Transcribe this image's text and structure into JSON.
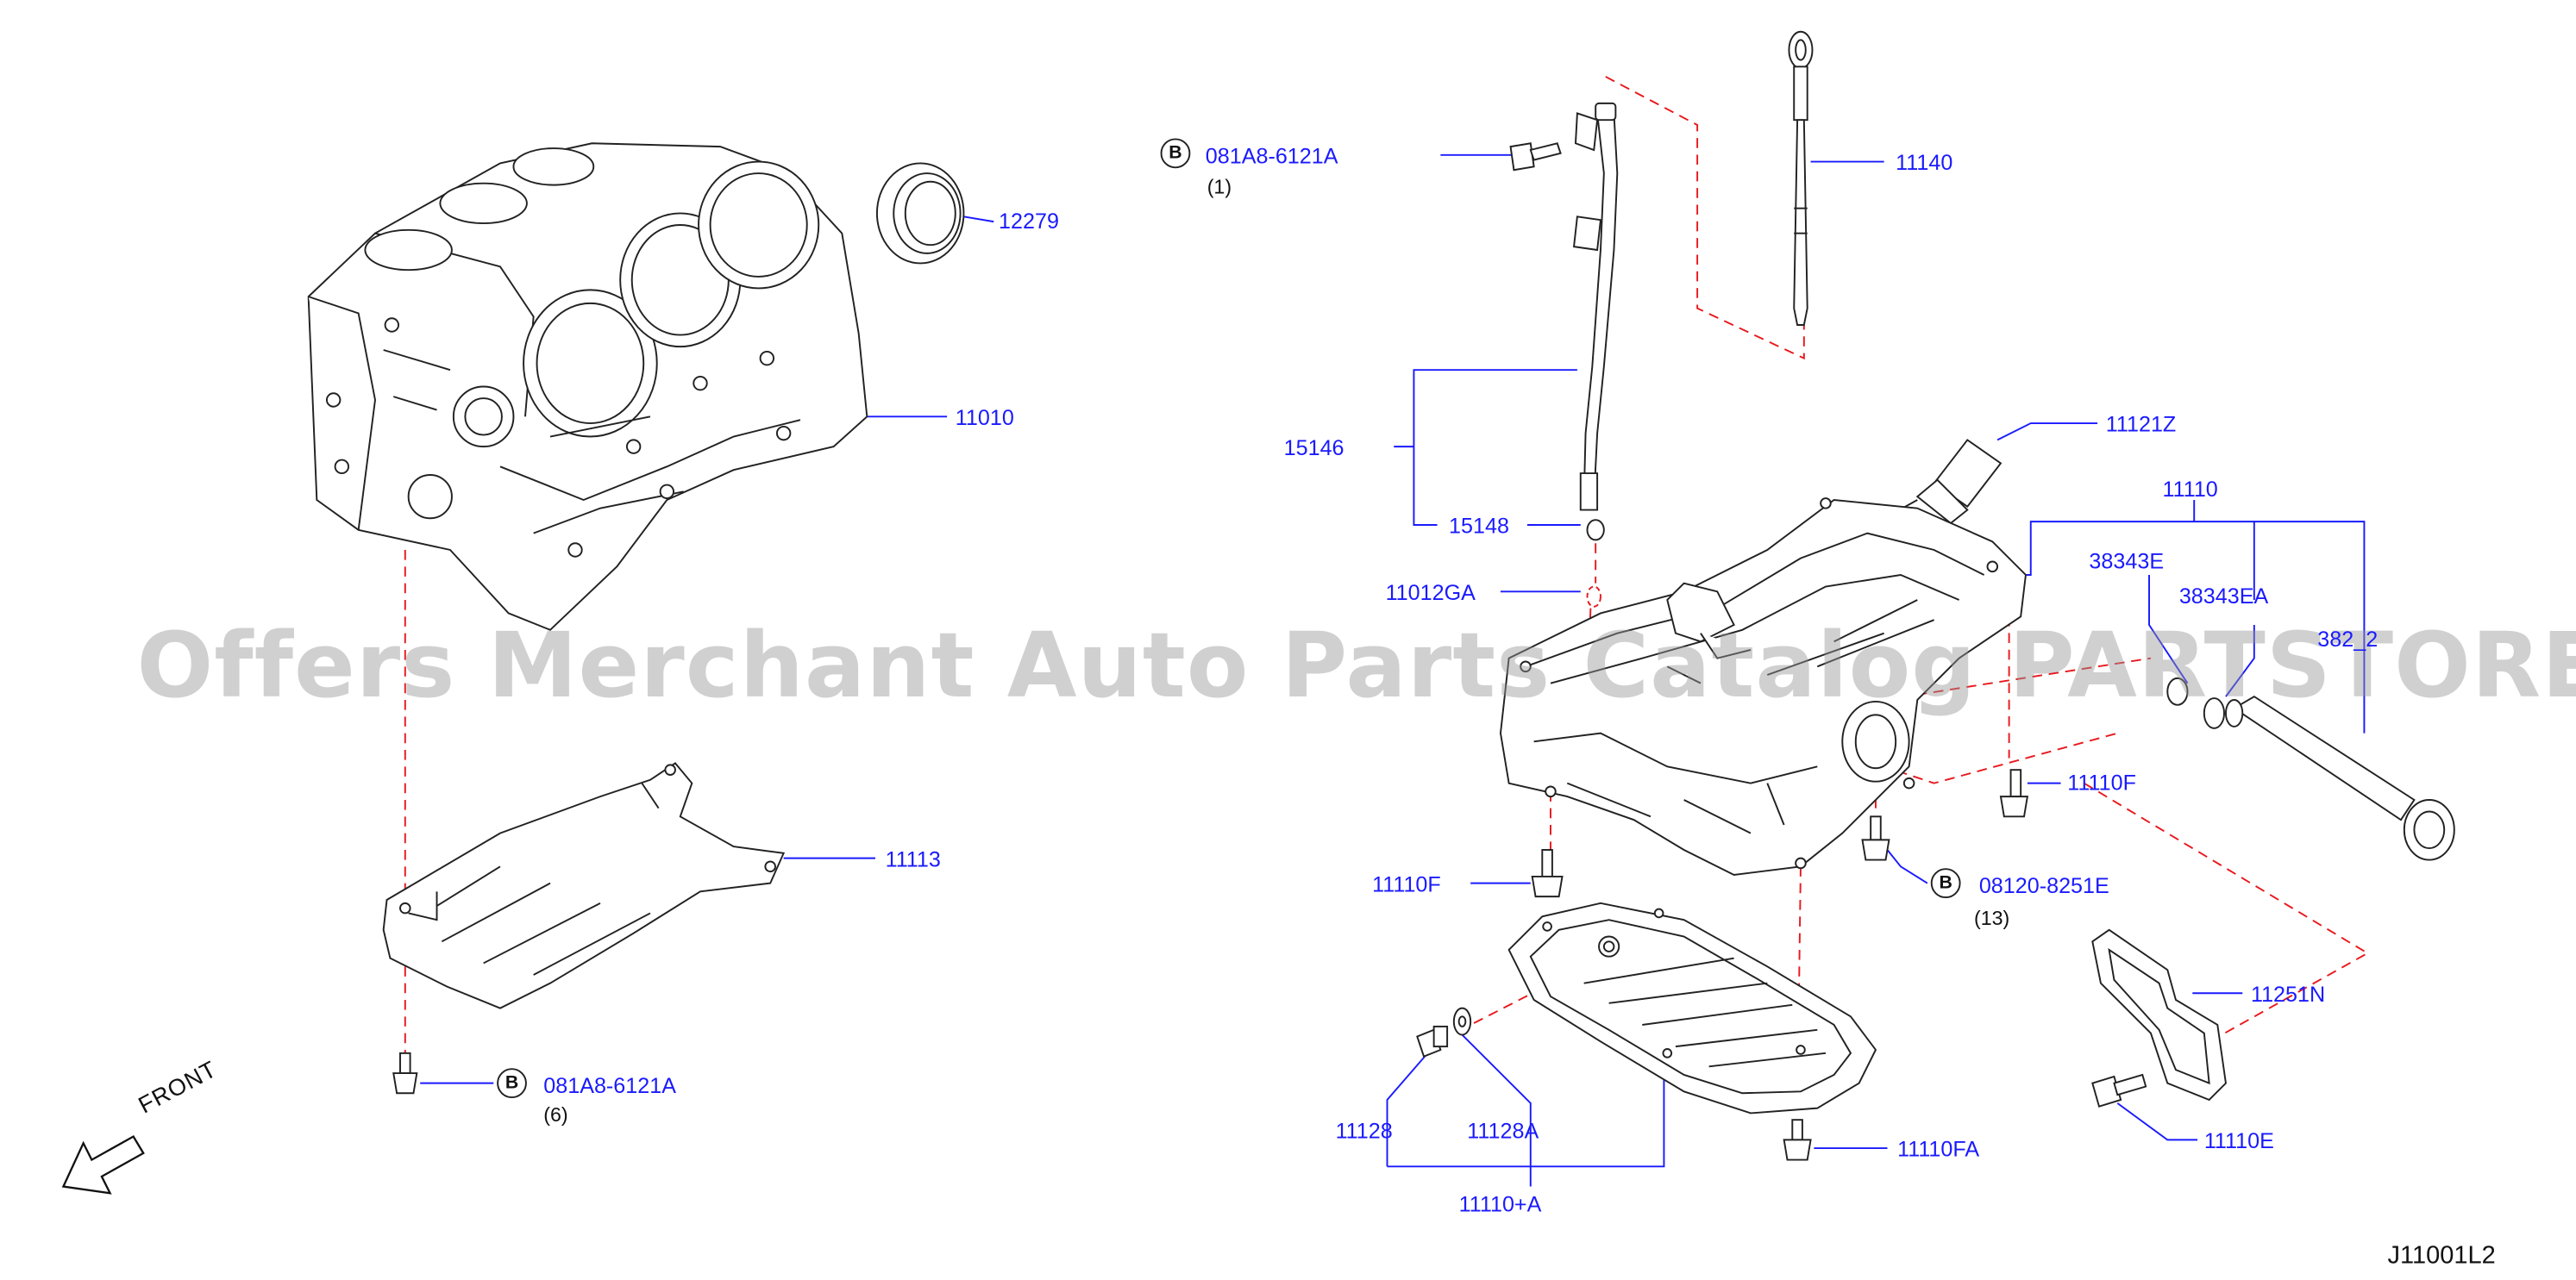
{
  "diagram": {
    "watermark": "Offers Merchant Auto Parts Catalog PARTSTORE.SA",
    "diagram_code": "J11001L2",
    "front_label": "FRONT",
    "bolt_badge": "B",
    "colors": {
      "label": "#1a1aff",
      "leader": "#1a1aff",
      "phantom_line": "#e8191e",
      "drawing": "#222222",
      "watermark": "#969696"
    },
    "parts": {
      "p12279": "12279",
      "p11010": "11010",
      "p11113": "11113",
      "p081A8_bot": "081A8-6121A",
      "p081A8_bot_qty": "(6)",
      "p081A8_top": "081A8-6121A",
      "p081A8_top_qty": "(1)",
      "p11140": "11140",
      "p15146": "15146",
      "p15148": "15148",
      "p11012GA": "11012GA",
      "p11121Z": "11121Z",
      "p11110": "11110",
      "p38343E": "38343E",
      "p38343EA": "38343EA",
      "p382_2": "382_2",
      "p11110F_r": "11110F",
      "p11110F_l": "11110F",
      "p08120": "08120-8251E",
      "p08120_qty": "(13)",
      "p11251N": "11251N",
      "p11110E": "11110E",
      "p11128": "11128",
      "p11128A": "11128A",
      "p11110FA": "11110FA",
      "p11110A": "11110+A"
    }
  }
}
